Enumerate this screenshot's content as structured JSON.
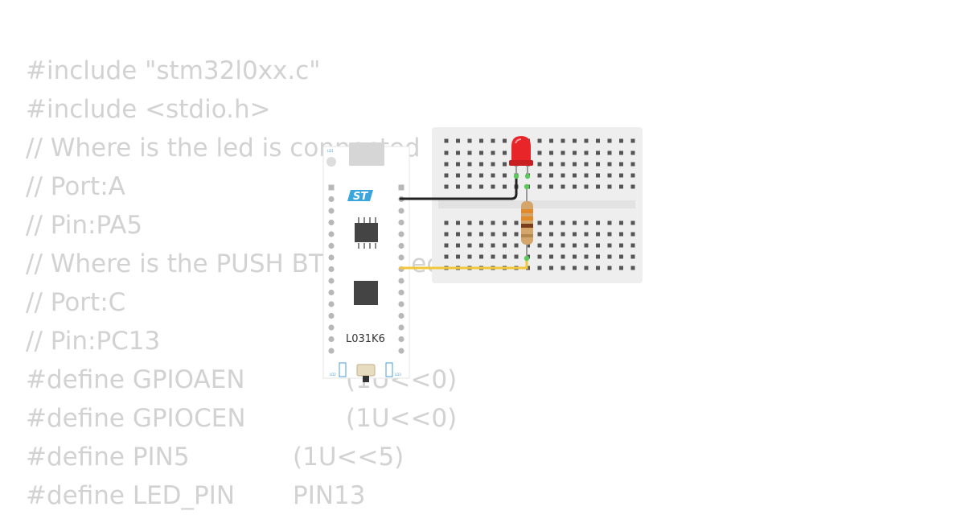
{
  "code": {
    "lines": [
      {
        "parts": [
          "#include \"stm32l0xx.c\""
        ]
      },
      {
        "parts": [
          "#include <stdio.h>"
        ]
      },
      {
        "parts": [
          "// Where is the led is connected"
        ]
      },
      {
        "parts": [
          "// Port:A"
        ]
      },
      {
        "parts": [
          "// Pin:PA5"
        ]
      },
      {
        "parts": [
          "// Where is the PUSH BTN connected"
        ]
      },
      {
        "parts": [
          "// Port:C"
        ]
      },
      {
        "parts": [
          "// Pin:PC13"
        ]
      },
      {
        "parts": [
          "#define GPIOAEN",
          "(1U<<0)"
        ]
      },
      {
        "parts": [
          "#define GPIOCEN",
          "(1U<<0)"
        ]
      },
      {
        "parts": [
          "#define PIN5",
          "(1U<<5)"
        ]
      },
      {
        "parts": [
          "#define LED_PIN",
          "PIN13"
        ]
      }
    ]
  },
  "board": {
    "model_label": "L031K6",
    "logo_text": "ST",
    "led_labels": [
      "LD2",
      "LD3"
    ],
    "top_led_label": "LD1",
    "body_color": "#ffffff",
    "chip_color": "#444444",
    "pin_color": "#b8b8b8"
  },
  "breadboard": {
    "color": "#eeeeee",
    "hole_color": "#555555",
    "active_hole_color": "#5ac85a"
  },
  "components": {
    "led": {
      "color": "#e8262a"
    },
    "resistor": {
      "color": "#d4a66c",
      "bands": [
        "#e08a2a",
        "#e08a2a",
        "#7a3e1a",
        "#b08850"
      ]
    },
    "wires": [
      {
        "name": "signal-wire",
        "color": "#222222"
      },
      {
        "name": "ground-wire",
        "color": "#f2c63a"
      }
    ]
  }
}
